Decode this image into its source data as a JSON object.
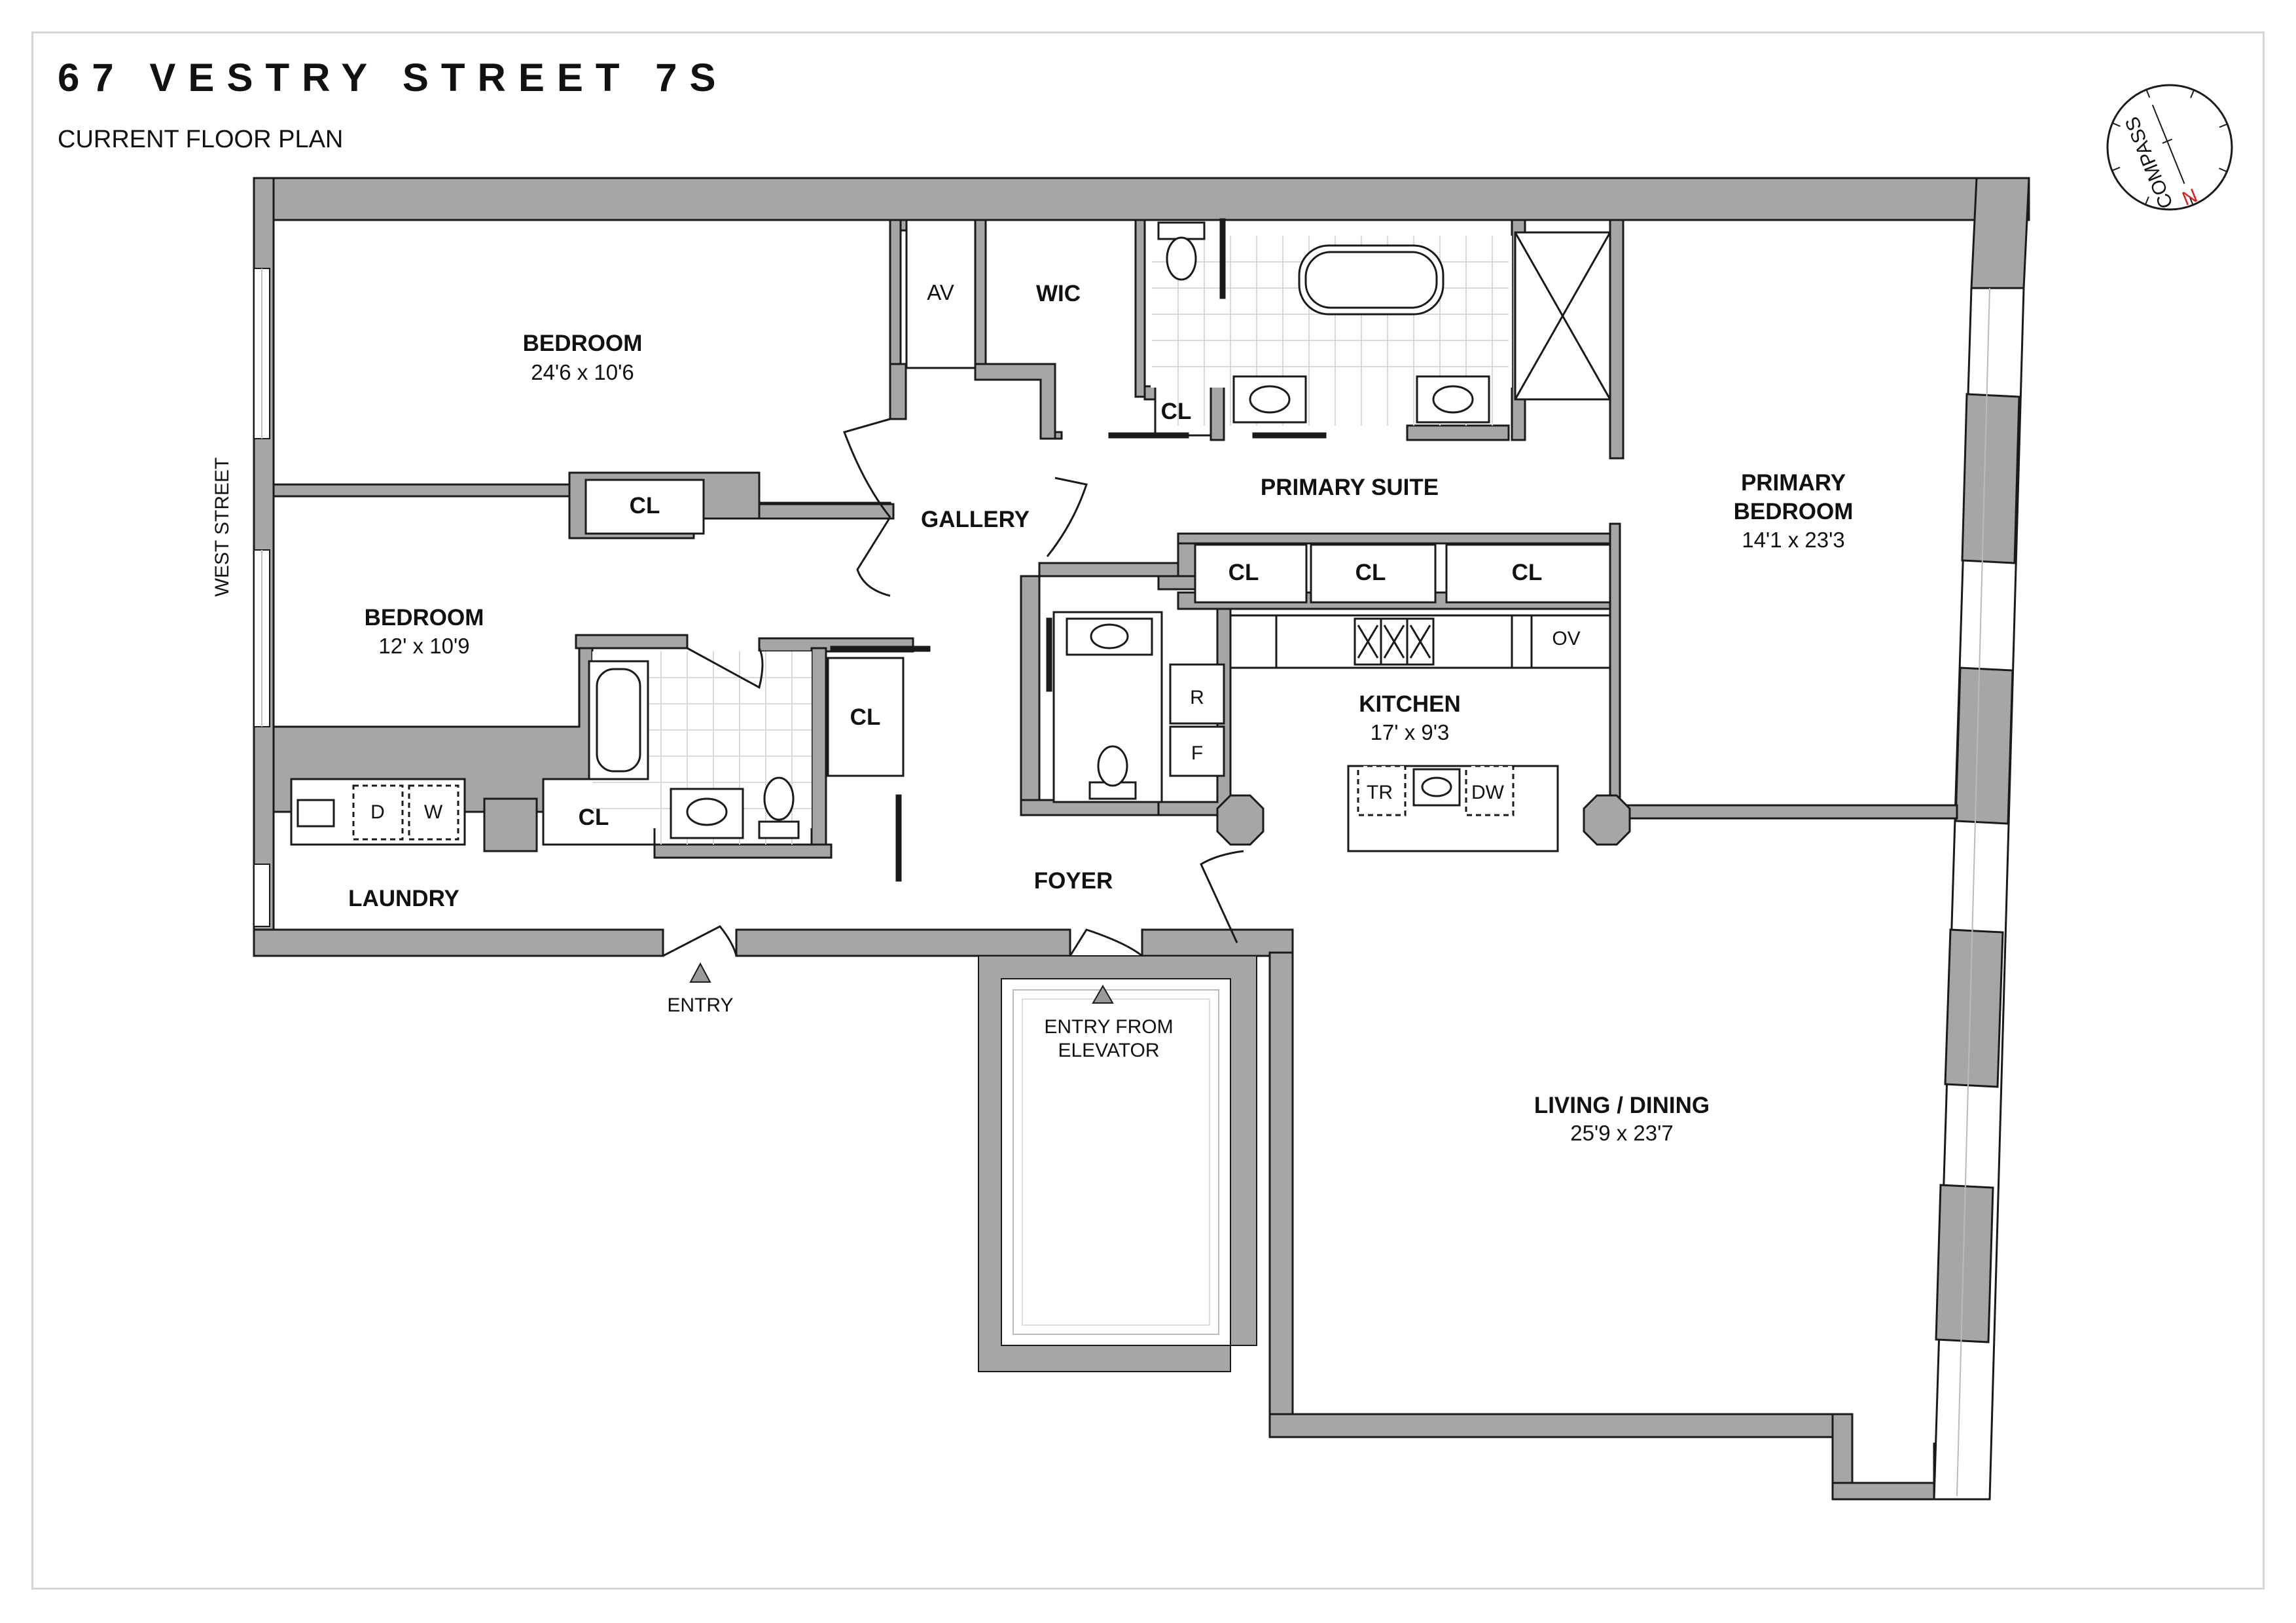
{
  "header": {
    "title": "67 VESTRY STREET 7S",
    "subtitle": "CURRENT FLOOR PLAN"
  },
  "compass": {
    "label": "COMPASS",
    "north": "N"
  },
  "street": "WEST STREET",
  "rooms": {
    "bedroom1": {
      "name": "BEDROOM",
      "dims": "24'6 x 10'6"
    },
    "bedroom2": {
      "name": "BEDROOM",
      "dims": "12' x 10'9"
    },
    "primary_bedroom": {
      "name_line1": "PRIMARY",
      "name_line2": "BEDROOM",
      "dims": "14'1 x 23'3"
    },
    "kitchen": {
      "name": "KITCHEN",
      "dims": "17' x 9'3"
    },
    "living": {
      "name": "LIVING / DINING",
      "dims": "25'9 x 23'7"
    },
    "primary_suite": "PRIMARY SUITE",
    "gallery": "GALLERY",
    "foyer": "FOYER",
    "laundry": "LAUNDRY",
    "av": "AV",
    "wic": "WIC"
  },
  "closet_label": "CL",
  "appliances": {
    "r": "R",
    "f": "F",
    "ov": "OV",
    "tr": "TR",
    "dw": "DW",
    "d": "D",
    "w": "W"
  },
  "entries": {
    "entry": "ENTRY",
    "elevator_line1": "ENTRY FROM",
    "elevator_line2": "ELEVATOR"
  },
  "colors": {
    "wall": "#a6a6a6",
    "line": "#1a1a1a",
    "tile": "#d9d9d9",
    "compass_n": "#d62020"
  }
}
